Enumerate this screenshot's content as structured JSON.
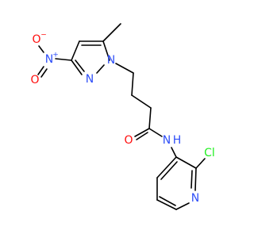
{
  "molecule": {
    "atoms": {
      "nitro_o_minus": {
        "label": "O",
        "charge": "−",
        "color": "#ff0d0d"
      },
      "nitro_n": {
        "label": "N",
        "charge": "+",
        "color": "#3050f8"
      },
      "nitro_o": {
        "label": "O",
        "color": "#ff0d0d"
      },
      "pyrazole_n2": {
        "label": "N",
        "color": "#3050f8"
      },
      "pyrazole_n1": {
        "label": "N",
        "color": "#3050f8"
      },
      "amide_o": {
        "label": "O",
        "color": "#ff0d0d"
      },
      "amide_nh": {
        "label": "N",
        "hydrogen": "H",
        "color": "#3050f8"
      },
      "chloro": {
        "label": "Cl",
        "color": "#1ff01f"
      },
      "pyridine_n": {
        "label": "N",
        "color": "#3050f8"
      }
    }
  }
}
